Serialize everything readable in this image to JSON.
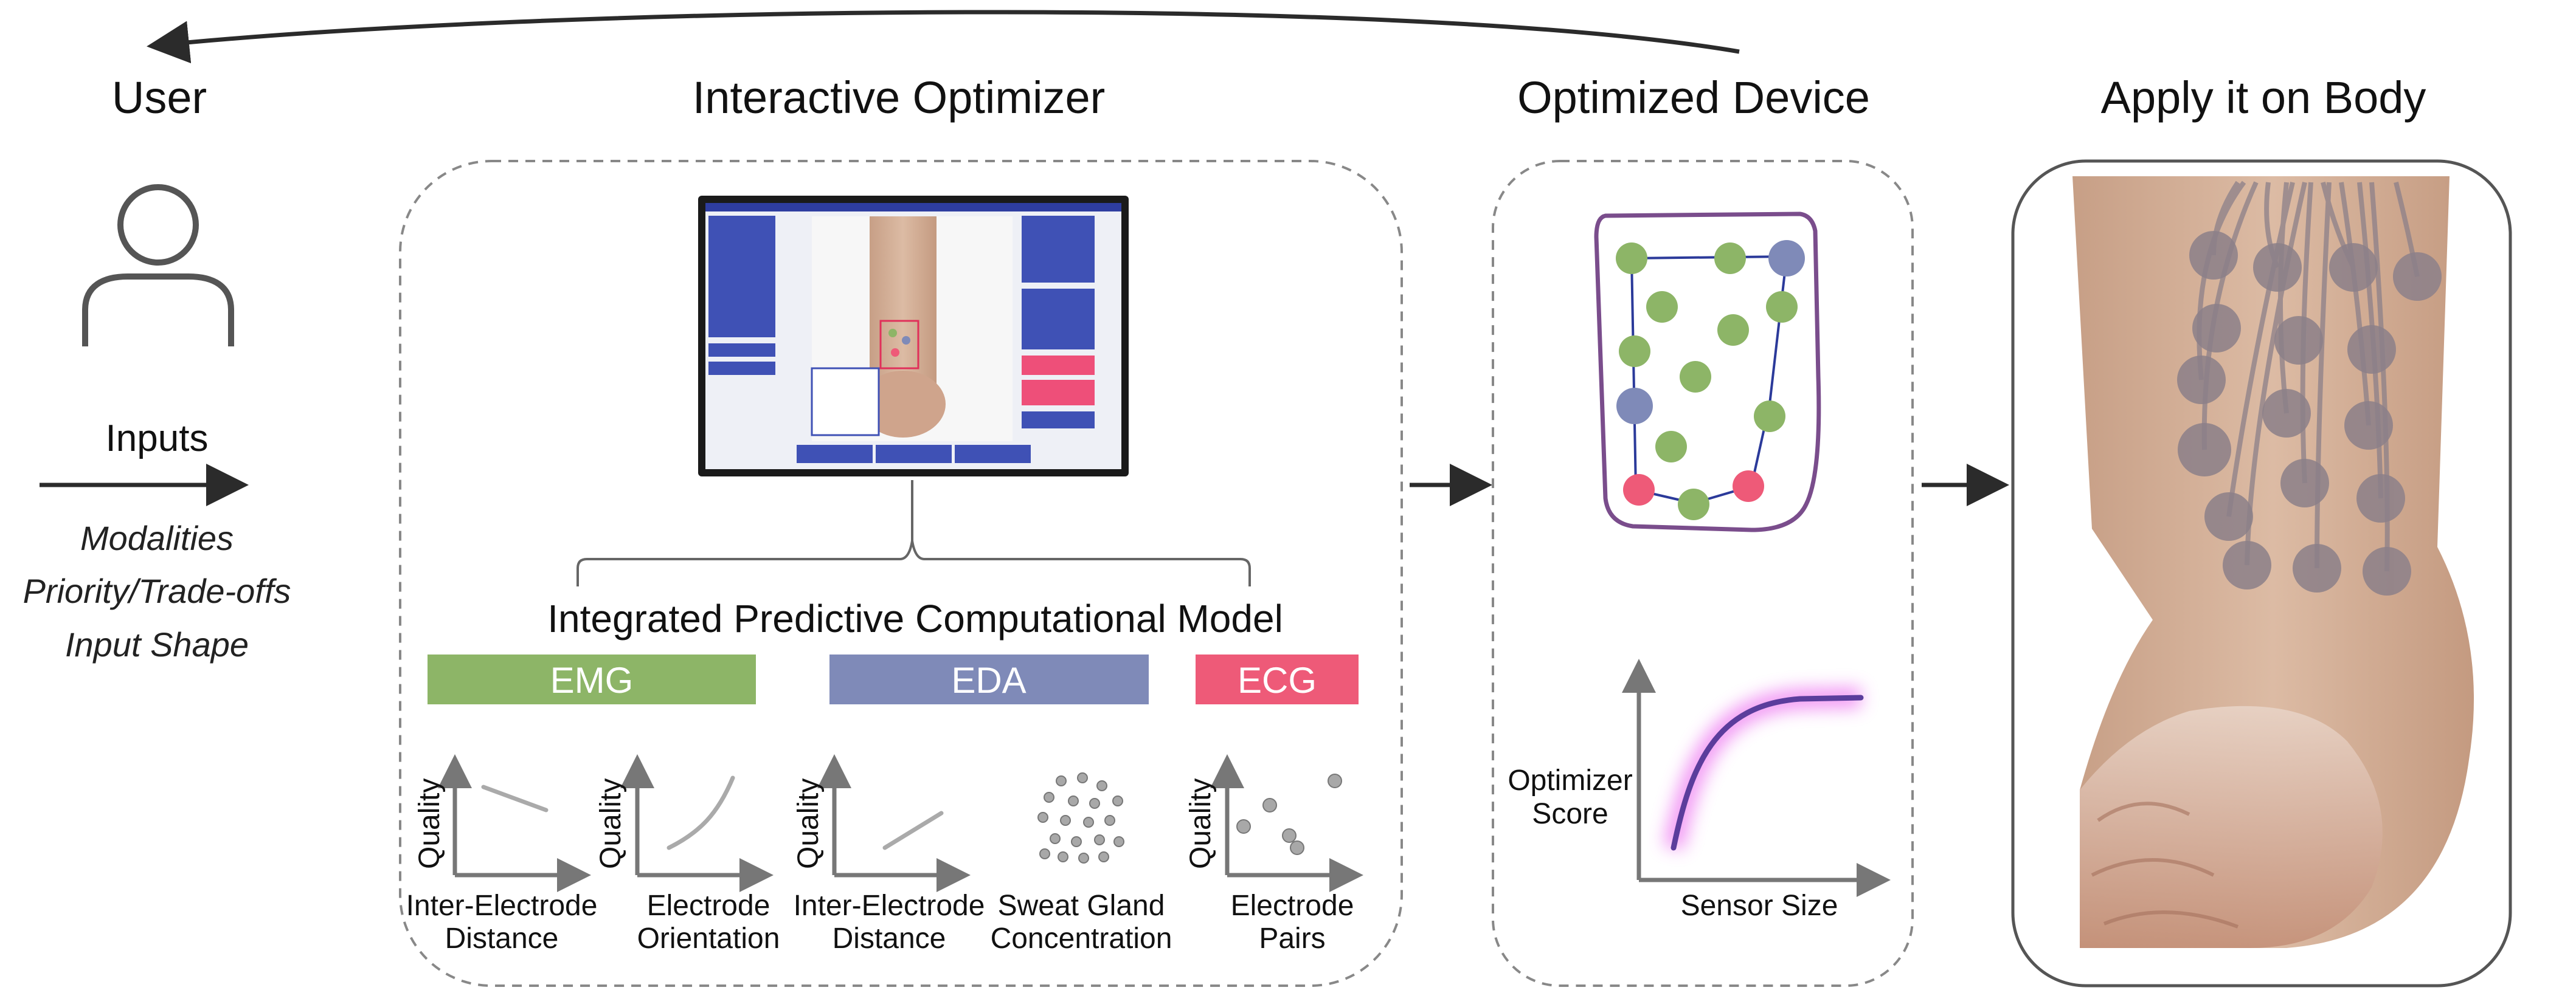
{
  "headings": {
    "user": "User",
    "optimizer": "Interactive Optimizer",
    "device": "Optimized Device",
    "body": "Apply it on Body"
  },
  "inputs": {
    "label": "Inputs",
    "items": [
      "Modalities",
      "Priority/Trade-offs",
      "Input Shape"
    ]
  },
  "model": {
    "title": "Integrated Predictive Computational Model",
    "modalities": [
      {
        "label": "EMG",
        "color": "#8db567"
      },
      {
        "label": "EDA",
        "color": "#7f8ab8"
      },
      {
        "label": "ECG",
        "color": "#ee5a78"
      }
    ],
    "plots": {
      "emg_distance": {
        "ylabel": "Quality",
        "xlabel": [
          "Inter-Electrode",
          "Distance"
        ]
      },
      "emg_orientation": {
        "ylabel": "Quality",
        "xlabel": [
          "Electrode",
          "Orientation"
        ]
      },
      "eda_distance": {
        "ylabel": "Quality",
        "xlabel": [
          "Inter-Electrode",
          "Distance"
        ]
      },
      "eda_sweat": {
        "xlabel": [
          "Sweat Gland",
          "Concentration"
        ]
      },
      "ecg_pairs": {
        "ylabel": "Quality",
        "xlabel": [
          "Electrode",
          "Pairs"
        ]
      }
    }
  },
  "device_chart": {
    "ylabel": [
      "Optimizer",
      "Score"
    ],
    "xlabel": "Sensor Size"
  },
  "colors": {
    "emg": "#8db567",
    "eda": "#7f8ab8",
    "ecg": "#ee5a78",
    "outline_purple": "#7a4d8c",
    "hull_blue": "#2b3a9a",
    "curve_purple": "#5b3d9c",
    "curve_glow": "#f08cf3"
  },
  "icons": {
    "user": "person-outline-icon",
    "screen": "optimizer-screen-icon",
    "arm": "arm-photo"
  }
}
